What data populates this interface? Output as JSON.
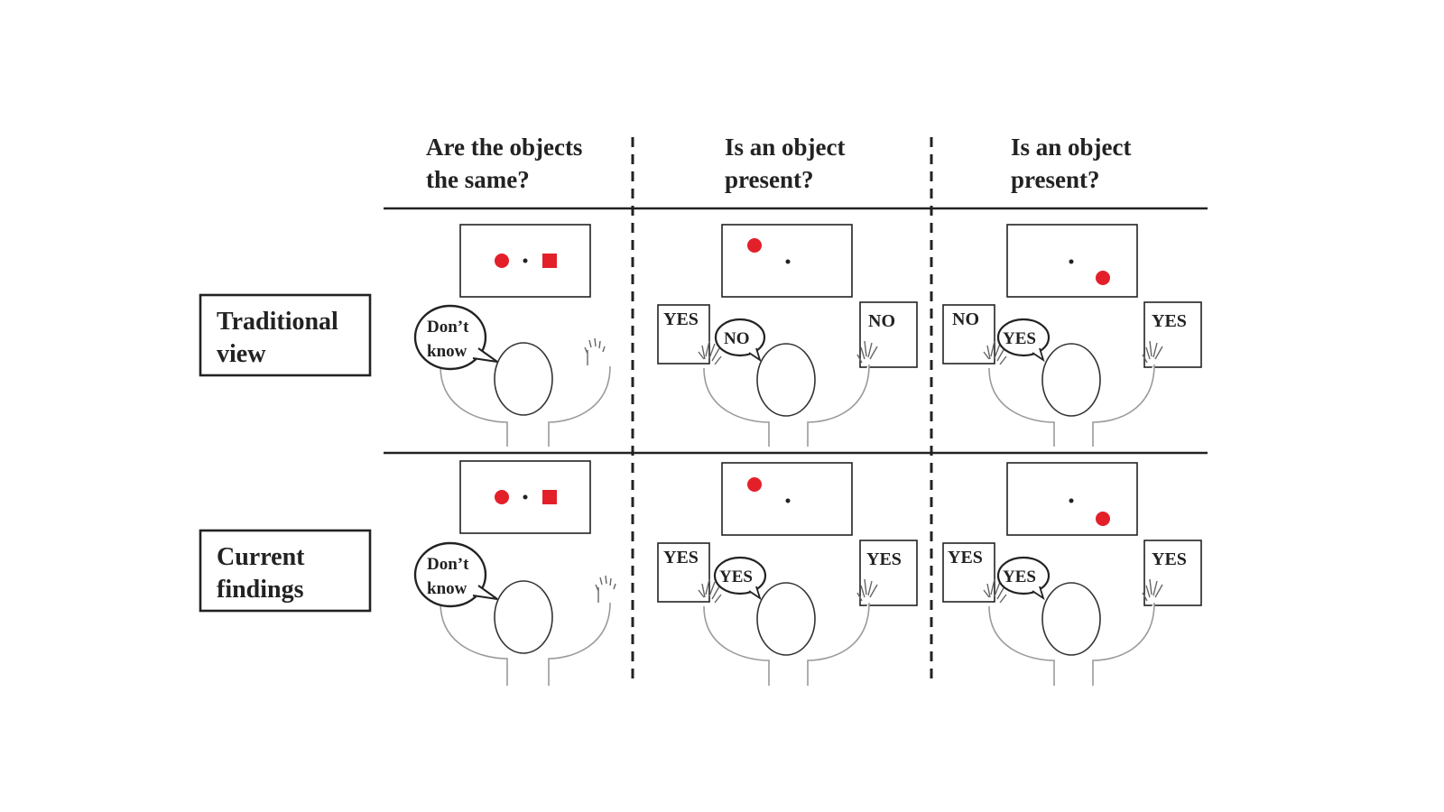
{
  "columns": [
    {
      "question_line1": "Are the objects",
      "question_line2": "the same?"
    },
    {
      "question_line1": "Is an object",
      "question_line2": "present?"
    },
    {
      "question_line1": "Is an object",
      "question_line2": "present?"
    }
  ],
  "rows": [
    {
      "label_line1": "Traditional",
      "label_line2": "view",
      "panels": [
        {
          "stimulus": "circle-dot-square",
          "speech_line1": "Don’t",
          "speech_line2": "know"
        },
        {
          "stimulus": "circle-upper-left",
          "speech": "NO",
          "left_card": "YES",
          "right_card": "NO"
        },
        {
          "stimulus": "circle-lower-right",
          "speech": "YES",
          "left_card": "NO",
          "right_card": "YES"
        }
      ]
    },
    {
      "label_line1": "Current",
      "label_line2": "findings",
      "panels": [
        {
          "stimulus": "circle-dot-square",
          "speech_line1": "Don’t",
          "speech_line2": "know"
        },
        {
          "stimulus": "circle-upper-left",
          "speech": "YES",
          "left_card": "YES",
          "right_card": "YES"
        },
        {
          "stimulus": "circle-lower-right",
          "speech": "YES",
          "left_card": "YES",
          "right_card": "YES"
        }
      ]
    }
  ],
  "colors": {
    "stimulus": "#e3202a",
    "ink": "#222222",
    "person": "#9a9a9a"
  }
}
